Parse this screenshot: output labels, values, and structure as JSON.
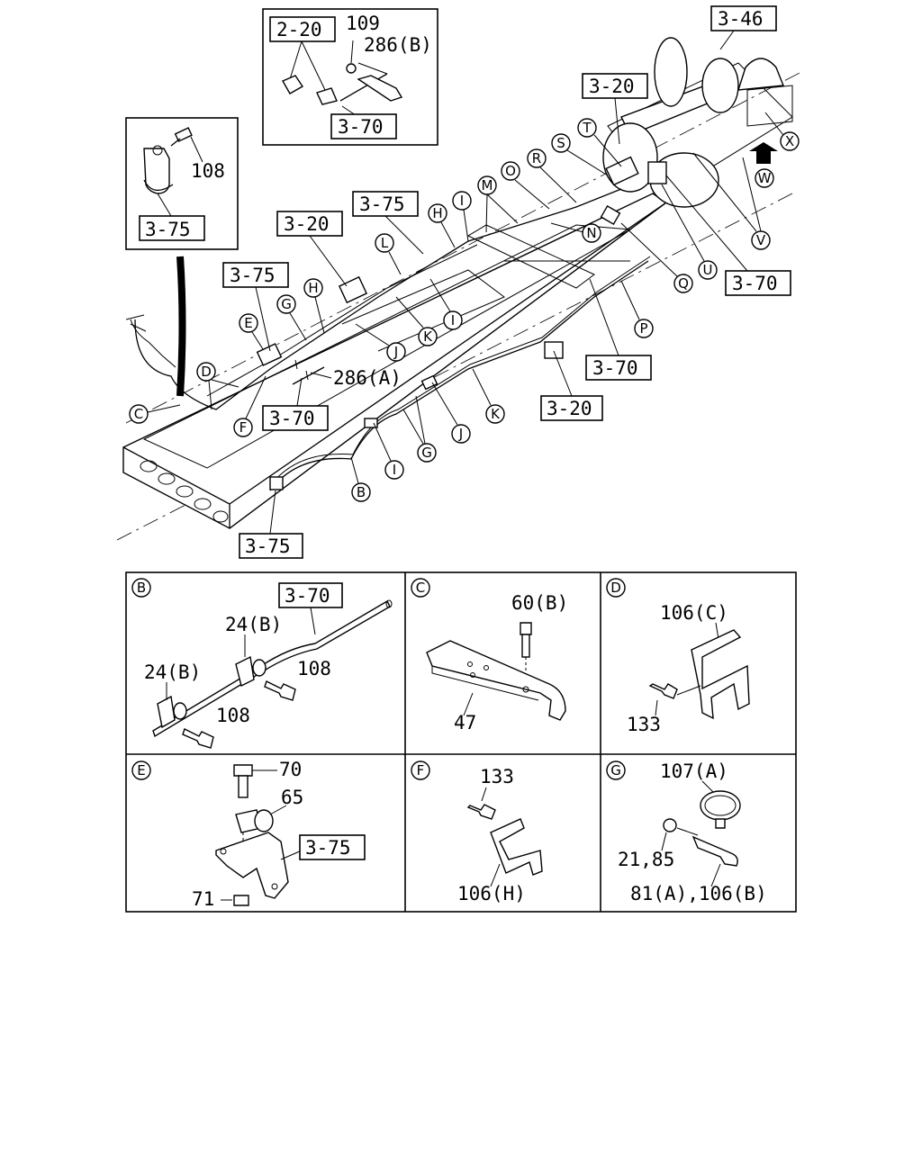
{
  "main_view": {
    "reference_boxes": [
      "3-46",
      "3-20",
      "3-75",
      "3-20",
      "3-75",
      "3-70",
      "3-70",
      "3-20",
      "3-70",
      "3-75"
    ],
    "callout_letters": [
      "T",
      "S",
      "R",
      "O",
      "M",
      "I",
      "H",
      "L",
      "H",
      "G",
      "E",
      "D",
      "C",
      "F",
      "N",
      "Q",
      "U",
      "V",
      "W",
      "X",
      "P",
      "K",
      "J",
      "I",
      "G",
      "J",
      "K",
      "I",
      "B"
    ],
    "part_numbers": [
      "286(A)"
    ]
  },
  "inset_top_left": {
    "ref": "3-75",
    "part": "108"
  },
  "inset_top_center": {
    "ref_a": "2-20",
    "ref_b": "3-70",
    "part_a": "109",
    "part_b": "286(B)"
  },
  "details": {
    "B": {
      "letter": "B",
      "ref": "3-70",
      "parts": [
        "24(B)",
        "24(B)",
        "108",
        "108"
      ]
    },
    "C": {
      "letter": "C",
      "parts": [
        "60(B)",
        "47"
      ]
    },
    "D": {
      "letter": "D",
      "parts": [
        "106(C)",
        "133"
      ]
    },
    "E": {
      "letter": "E",
      "ref": "3-75",
      "parts": [
        "70",
        "65",
        "71"
      ]
    },
    "F": {
      "letter": "F",
      "parts": [
        "133",
        "106(H)"
      ]
    },
    "G": {
      "letter": "G",
      "parts": [
        "107(A)",
        "21,85",
        "81(A),106(B)"
      ]
    }
  }
}
